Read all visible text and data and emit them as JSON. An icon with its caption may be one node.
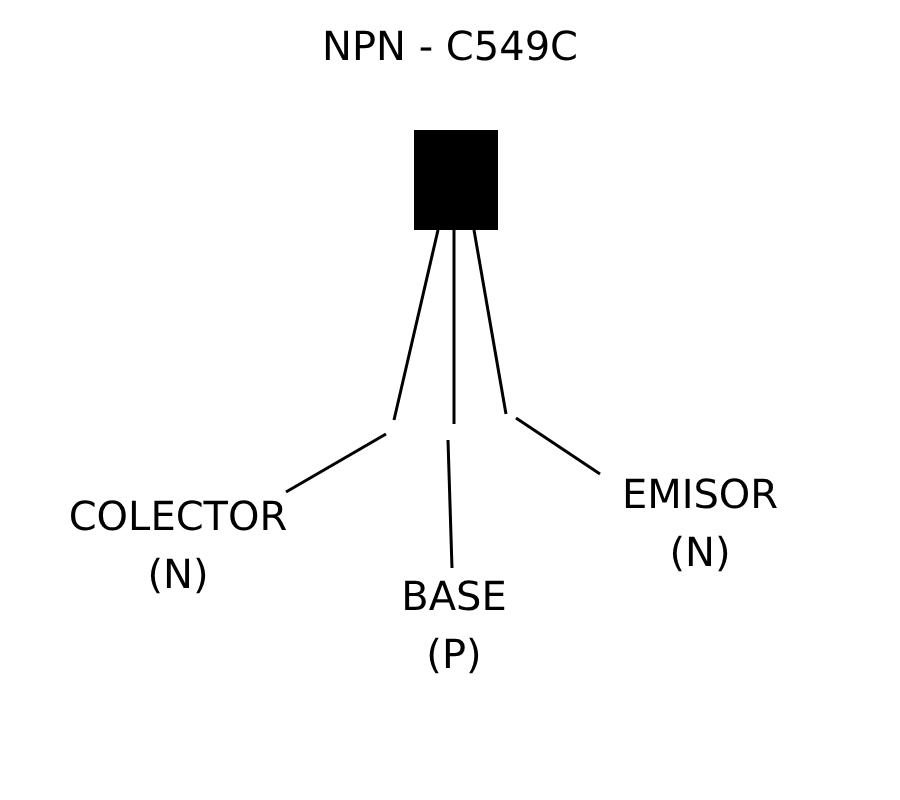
{
  "diagram": {
    "title": "NPN - C549C",
    "nodes": [
      {
        "text": [],
        "shape": "box"
      },
      {
        "text": [
          "COLECTOR (N)"
        ]
      },
      {
        "text": [
          "BASE (P)"
        ]
      },
      {
        "text": [
          "EMISOR (N)"
        ]
      }
    ],
    "edges": [
      {
        "from": 1,
        "to": 0,
        "arrow": "none"
      },
      {
        "from": 2,
        "to": 0,
        "arrow": "none"
      },
      {
        "from": 3,
        "to": 0,
        "arrow": "none"
      }
    ]
  }
}
